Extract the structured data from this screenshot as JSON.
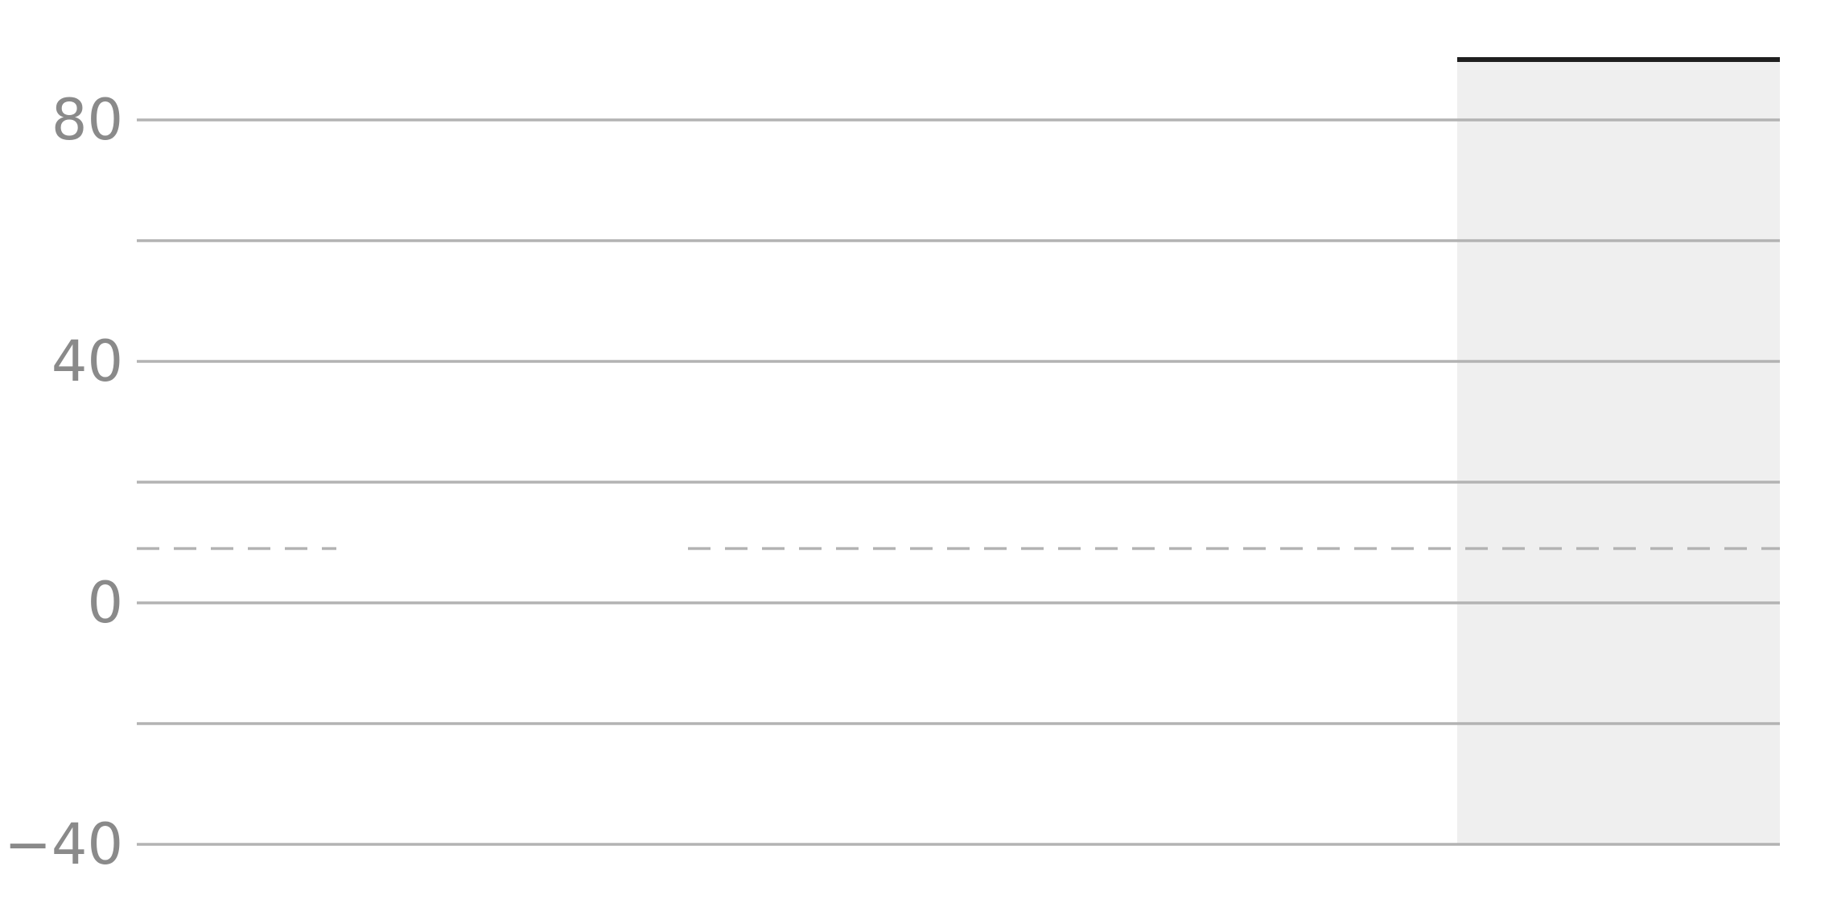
{
  "chart_data": {
    "type": "bar",
    "ylim": [
      -40,
      100
    ],
    "y_ticks": [
      -40,
      -20,
      0,
      20,
      40,
      60,
      80
    ],
    "y_tick_labels": [
      "−40",
      "",
      "0",
      "",
      "40",
      "",
      "80"
    ],
    "grid": true,
    "reference_line": {
      "value": 9,
      "style": "dashed",
      "color": "#b3b3b3"
    },
    "highlight_region": {
      "value": 90,
      "fill": "#efefef",
      "edge_color": "#1f1f1f"
    },
    "colors": {
      "grid": "#b3b3b3",
      "tick_label": "#8a8a8a",
      "background": "#ffffff"
    }
  }
}
